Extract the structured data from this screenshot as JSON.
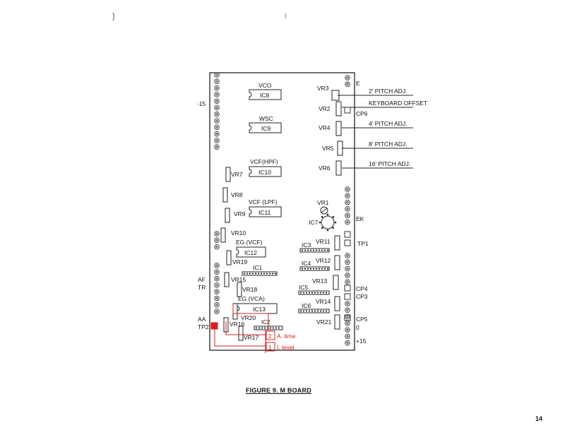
{
  "figure": {
    "caption": "FIGURE 9. M BOARD",
    "page_number": "14"
  },
  "board_labels": {
    "left_pins": [
      "-15",
      "AF",
      "TR",
      "AA",
      "TP2"
    ],
    "right_pins": [
      "E",
      "CP6",
      "EK",
      "TP1",
      "CP4",
      "CP3",
      "CP5",
      "0",
      "+15"
    ]
  },
  "ics": [
    "VCO",
    "IC8",
    "WSC",
    "IC9",
    "VCF(HPF)",
    "IC10",
    "VCF (LPF)",
    "IC11",
    "EG (VCF)",
    "IC12",
    "IC1",
    "EG (VCA)",
    "IC13",
    "IC2",
    "IC3",
    "IC4",
    "IC5",
    "IC6",
    "IC7"
  ],
  "resistors": [
    "VR1",
    "VR2",
    "VR3",
    "VR4",
    "VR5",
    "VR6",
    "VR7",
    "VR8",
    "VR9",
    "VR10",
    "VR11",
    "VR12",
    "VR13",
    "VR14",
    "VR15",
    "VR16",
    "VR17",
    "VR18",
    "VR19",
    "VR20",
    "VR21"
  ],
  "callouts": [
    "2' PITCH ADJ.",
    "KEYBOARD OFFSET",
    "4' PITCH ADJ.",
    "8' PITCH ADJ.",
    "16' PITCH ADJ."
  ],
  "red_annotations": {
    "box1_number": "1",
    "box1_label": "I. level",
    "box2_number": "2",
    "box2_label": "A. time"
  },
  "colors": {
    "annotation_red": "#d42020",
    "ink": "#111111"
  }
}
